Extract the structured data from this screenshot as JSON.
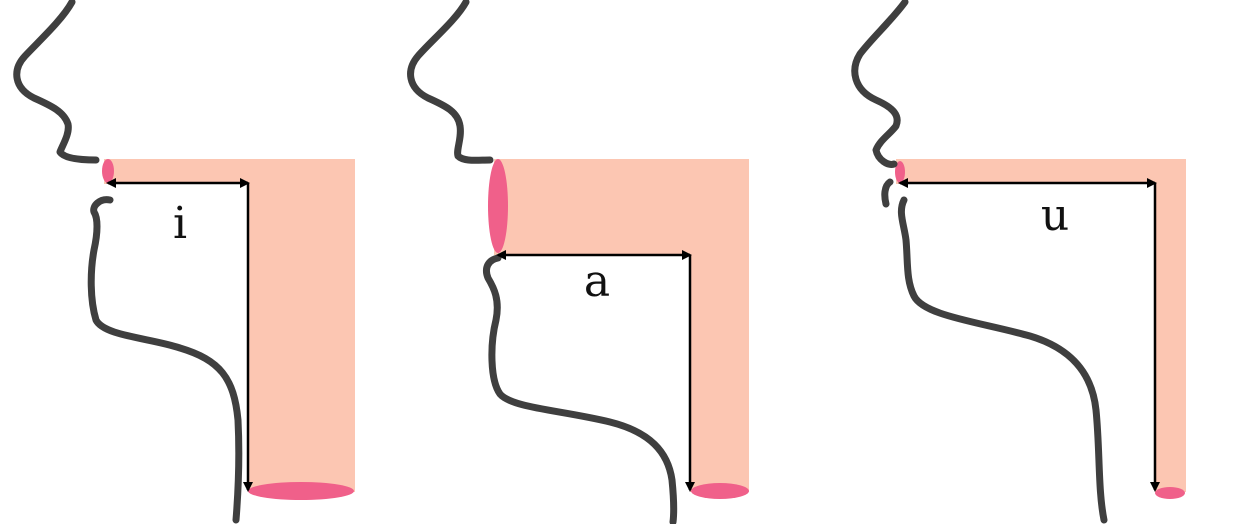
{
  "figure": {
    "panels": [
      {
        "id": "i",
        "label": "i"
      },
      {
        "id": "a",
        "label": "a"
      },
      {
        "id": "u",
        "label": "u"
      }
    ],
    "colors": {
      "profile_stroke": "#3f3f3f",
      "vocal_tract_fill": "#fcc6b2",
      "opening_fill": "#f0608a",
      "arrow": "#000000"
    }
  }
}
